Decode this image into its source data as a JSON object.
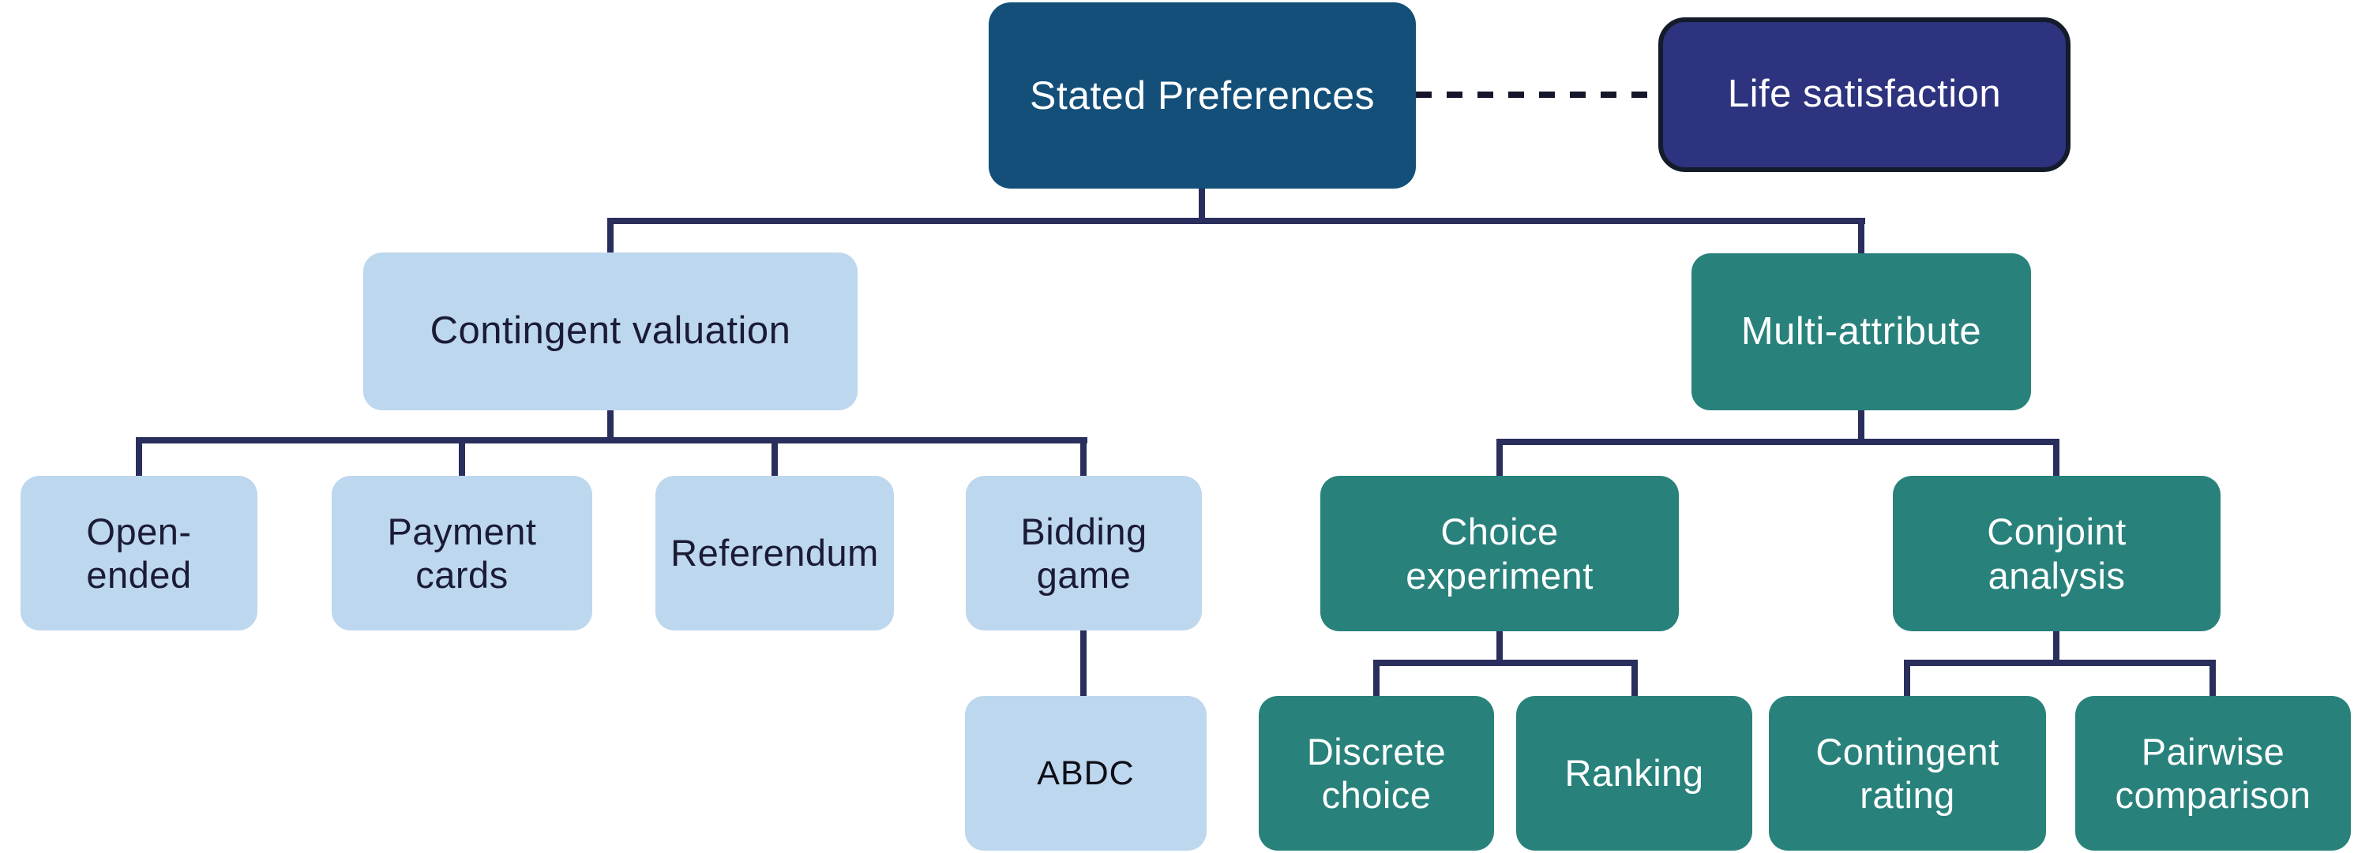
{
  "diagram": {
    "type": "hierarchy-tree",
    "root": "stated_preferences",
    "colors": {
      "dark_blue": "#134F79",
      "indigo": "#2E337F",
      "indigo_border": "#141B2B",
      "light_blue": "#BDD7EE",
      "teal": "#28827B",
      "connector": "#2A2E5C",
      "dashed_link": "#15152B",
      "text_on_light": "#1B1B35",
      "text_on_dark": "#FFFFFF",
      "background": "#FFFFFF"
    },
    "nodes": {
      "stated_preferences": {
        "label": "Stated Preferences",
        "color_role": "dark_blue"
      },
      "life_satisfaction": {
        "label": "Life satisfaction",
        "color_role": "indigo"
      },
      "contingent_valuation": {
        "label": "Contingent valuation",
        "color_role": "light_blue"
      },
      "multi_attribute": {
        "label": "Multi-attribute",
        "color_role": "teal"
      },
      "open_ended": {
        "label": "Open-\nended",
        "color_role": "light_blue"
      },
      "payment_cards": {
        "label": "Payment\ncards",
        "color_role": "light_blue"
      },
      "referendum": {
        "label": "Referendum",
        "color_role": "light_blue"
      },
      "bidding_game": {
        "label": "Bidding\ngame",
        "color_role": "light_blue"
      },
      "abdc": {
        "label": "ABDC",
        "color_role": "light_blue"
      },
      "choice_experiment": {
        "label": "Choice\nexperiment",
        "color_role": "teal"
      },
      "conjoint_analysis": {
        "label": "Conjoint\nanalysis",
        "color_role": "teal"
      },
      "discrete_choice": {
        "label": "Discrete\nchoice",
        "color_role": "teal"
      },
      "ranking": {
        "label": "Ranking",
        "color_role": "teal"
      },
      "contingent_rating": {
        "label": "Contingent\nrating",
        "color_role": "teal"
      },
      "pairwise_comparison": {
        "label": "Pairwise\ncomparison",
        "color_role": "teal"
      }
    },
    "edges": [
      {
        "from": "stated_preferences",
        "to": "life_satisfaction",
        "style": "dashed"
      },
      {
        "from": "stated_preferences",
        "to": "contingent_valuation",
        "style": "solid"
      },
      {
        "from": "stated_preferences",
        "to": "multi_attribute",
        "style": "solid"
      },
      {
        "from": "contingent_valuation",
        "to": "open_ended",
        "style": "solid"
      },
      {
        "from": "contingent_valuation",
        "to": "payment_cards",
        "style": "solid"
      },
      {
        "from": "contingent_valuation",
        "to": "referendum",
        "style": "solid"
      },
      {
        "from": "contingent_valuation",
        "to": "bidding_game",
        "style": "solid"
      },
      {
        "from": "bidding_game",
        "to": "abdc",
        "style": "solid"
      },
      {
        "from": "multi_attribute",
        "to": "choice_experiment",
        "style": "solid"
      },
      {
        "from": "multi_attribute",
        "to": "conjoint_analysis",
        "style": "solid"
      },
      {
        "from": "choice_experiment",
        "to": "discrete_choice",
        "style": "solid"
      },
      {
        "from": "choice_experiment",
        "to": "ranking",
        "style": "solid"
      },
      {
        "from": "conjoint_analysis",
        "to": "contingent_rating",
        "style": "solid"
      },
      {
        "from": "conjoint_analysis",
        "to": "pairwise_comparison",
        "style": "solid"
      }
    ]
  }
}
